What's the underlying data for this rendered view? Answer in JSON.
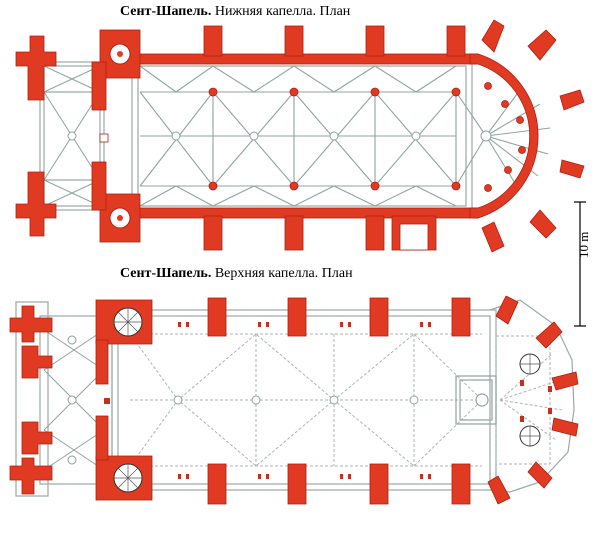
{
  "lower_plan": {
    "title_bold": "Сент-Шапель.",
    "title_rest": " Нижняя капелла. План"
  },
  "upper_plan": {
    "title_bold": "Сент-Шапель.",
    "title_rest": " Верхняя капелла. План"
  },
  "scale_bar": {
    "label": "10 m"
  },
  "colors": {
    "wall": "#e03a22",
    "wall_stroke": "#b02010",
    "vault_rib": "#8fa3a0",
    "outline": "#9aa8a6",
    "paving": "#b7c2c0"
  }
}
